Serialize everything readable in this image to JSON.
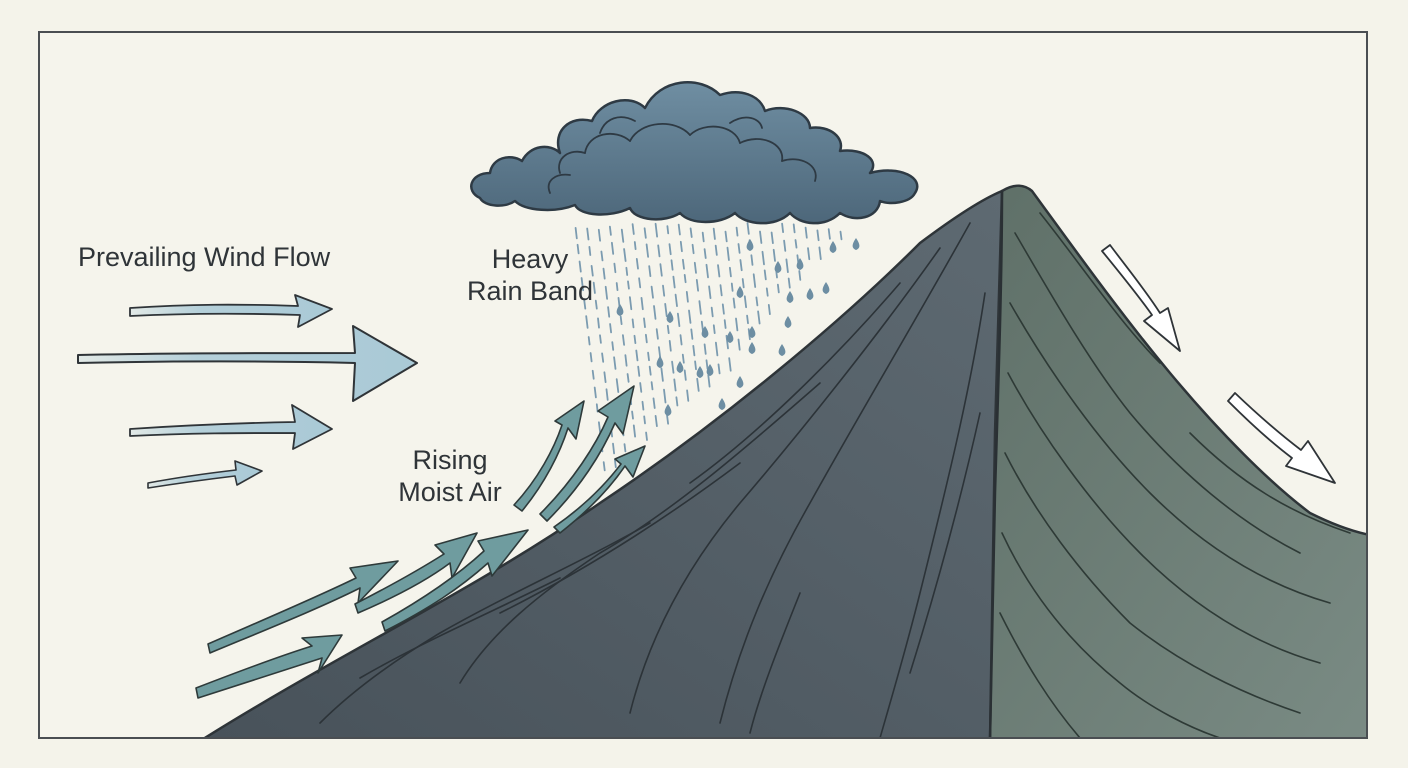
{
  "labels": {
    "wind": "Prevailing Wind Flow",
    "rain_line1": "Heavy",
    "rain_line2": "Rain Band",
    "rising_line1": "Rising",
    "rising_line2": "Moist Air"
  },
  "colors": {
    "background": "#f5f4ec",
    "frame": "#4a4e52",
    "wind_arrow": "#a9c9d6",
    "rising_arrow": "#6f9c9f",
    "mountain_windward": "#57636b",
    "mountain_leeward": "#6b7d76",
    "cloud": "#5d7a8d",
    "rain": "#6d8ea3",
    "outline": "#2e3438",
    "descending_arrow": "#ffffff"
  },
  "icons": {
    "wind": "wind-arrow-icon",
    "rising": "rising-air-arrow-icon",
    "cloud": "rain-cloud-icon",
    "raindrop": "raindrop-icon",
    "descending": "descending-air-arrow-icon"
  }
}
